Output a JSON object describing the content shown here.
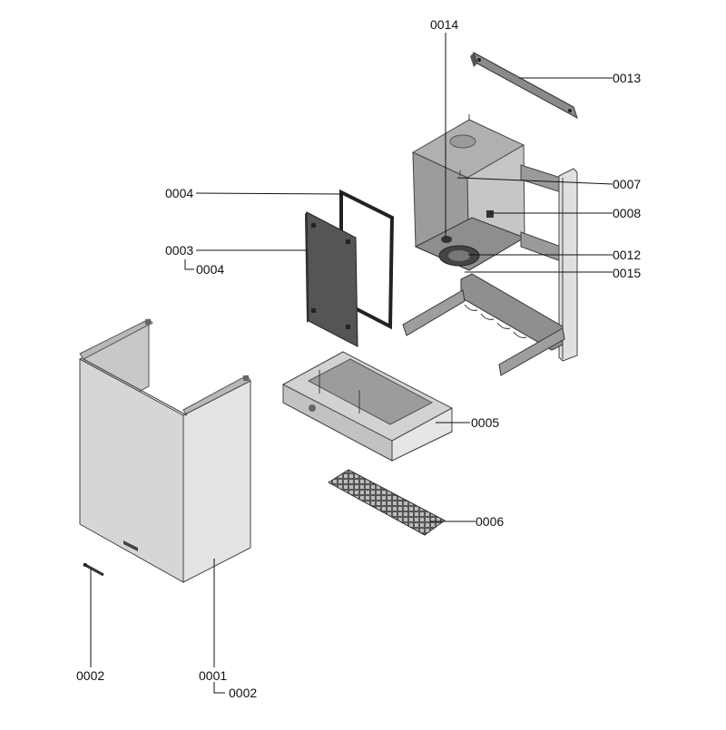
{
  "labels": {
    "p0014": "0014",
    "p0013": "0013",
    "p0007": "0007",
    "p0008": "0008",
    "p0012": "0012",
    "p0015": "0015",
    "p0004_top": "0004",
    "p0003": "0003",
    "p0004_sub": "0004",
    "p0005": "0005",
    "p0006": "0006",
    "p0002_left": "0002",
    "p0001": "0001",
    "p0002_sub": "0002"
  },
  "colors": {
    "line": "#111111",
    "panel_dark": "#5a5a5a",
    "panel_light": "#d9d9d9",
    "frame": "#b5b5b5"
  }
}
